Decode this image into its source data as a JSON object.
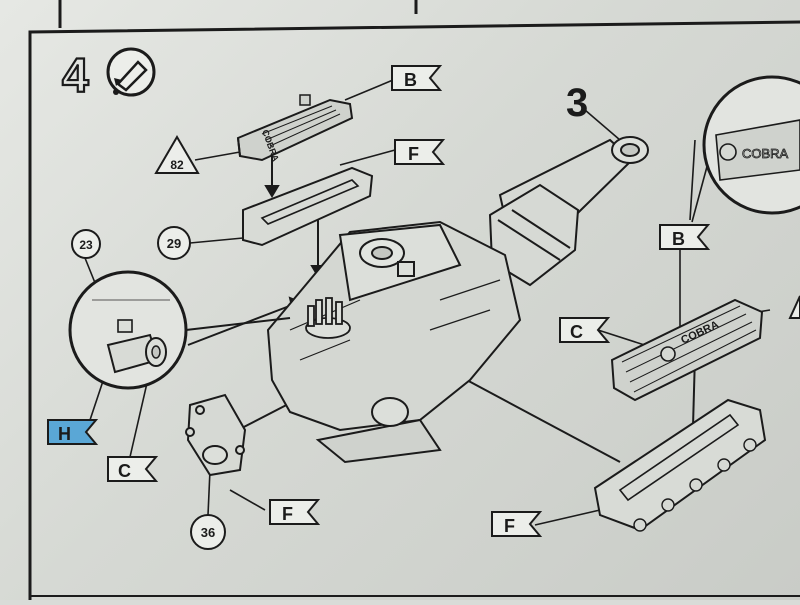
{
  "step": {
    "number": "4",
    "glue_icon": "glue-tube-icon"
  },
  "callouts": {
    "assembly_ref": "3",
    "part_82": "82",
    "part_29": "29",
    "part_23": "23",
    "part_36": "36"
  },
  "sprues": {
    "b_top": "B",
    "f_top": "F",
    "b_right": "B",
    "c_right": "C",
    "h_left": "H",
    "c_left": "C",
    "f_bottom": "F",
    "f_bottom_right": "F"
  },
  "embossed": {
    "cover_small": "COBRA",
    "cover_large": "COBRA",
    "magnifier": "COBRA"
  },
  "colors": {
    "ink": "#1b1b1b",
    "paper": "#e2e4e0",
    "highlight_h": "#5aa7d6"
  }
}
